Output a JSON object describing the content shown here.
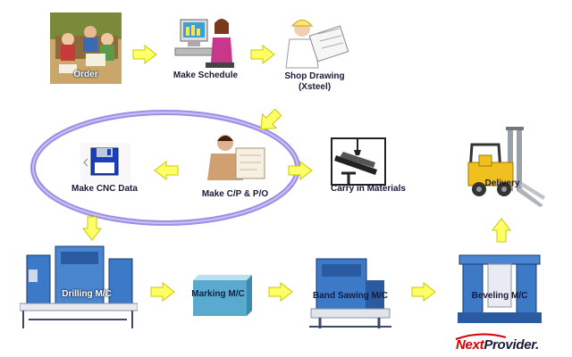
{
  "steps": {
    "order": "Order",
    "make_schedule": "Make Schedule",
    "shop_drawing_line1": "Shop Drawing",
    "shop_drawing_line2": "(Xsteel)",
    "make_cnc_data": "Make CNC Data",
    "make_cp_po": "Make C/P & P/O",
    "carry_in_materials": "Carry in Materials",
    "delivery": "Delivery",
    "drilling_mc": "Drilling M/C",
    "marking_mc": "Marking M/C",
    "band_sawing_mc": "Band Sawing M/C",
    "beveling_mc": "Beveling M/C"
  },
  "logo": {
    "part1": "Next",
    "part2": "Provider",
    "suffix": "."
  },
  "colors": {
    "arrow_fill": "#ffff66",
    "arrow_stroke": "#c8c800",
    "ellipse": "#7b6bd6",
    "logo_red": "#d40000",
    "logo_dark": "#1a1a3a"
  }
}
